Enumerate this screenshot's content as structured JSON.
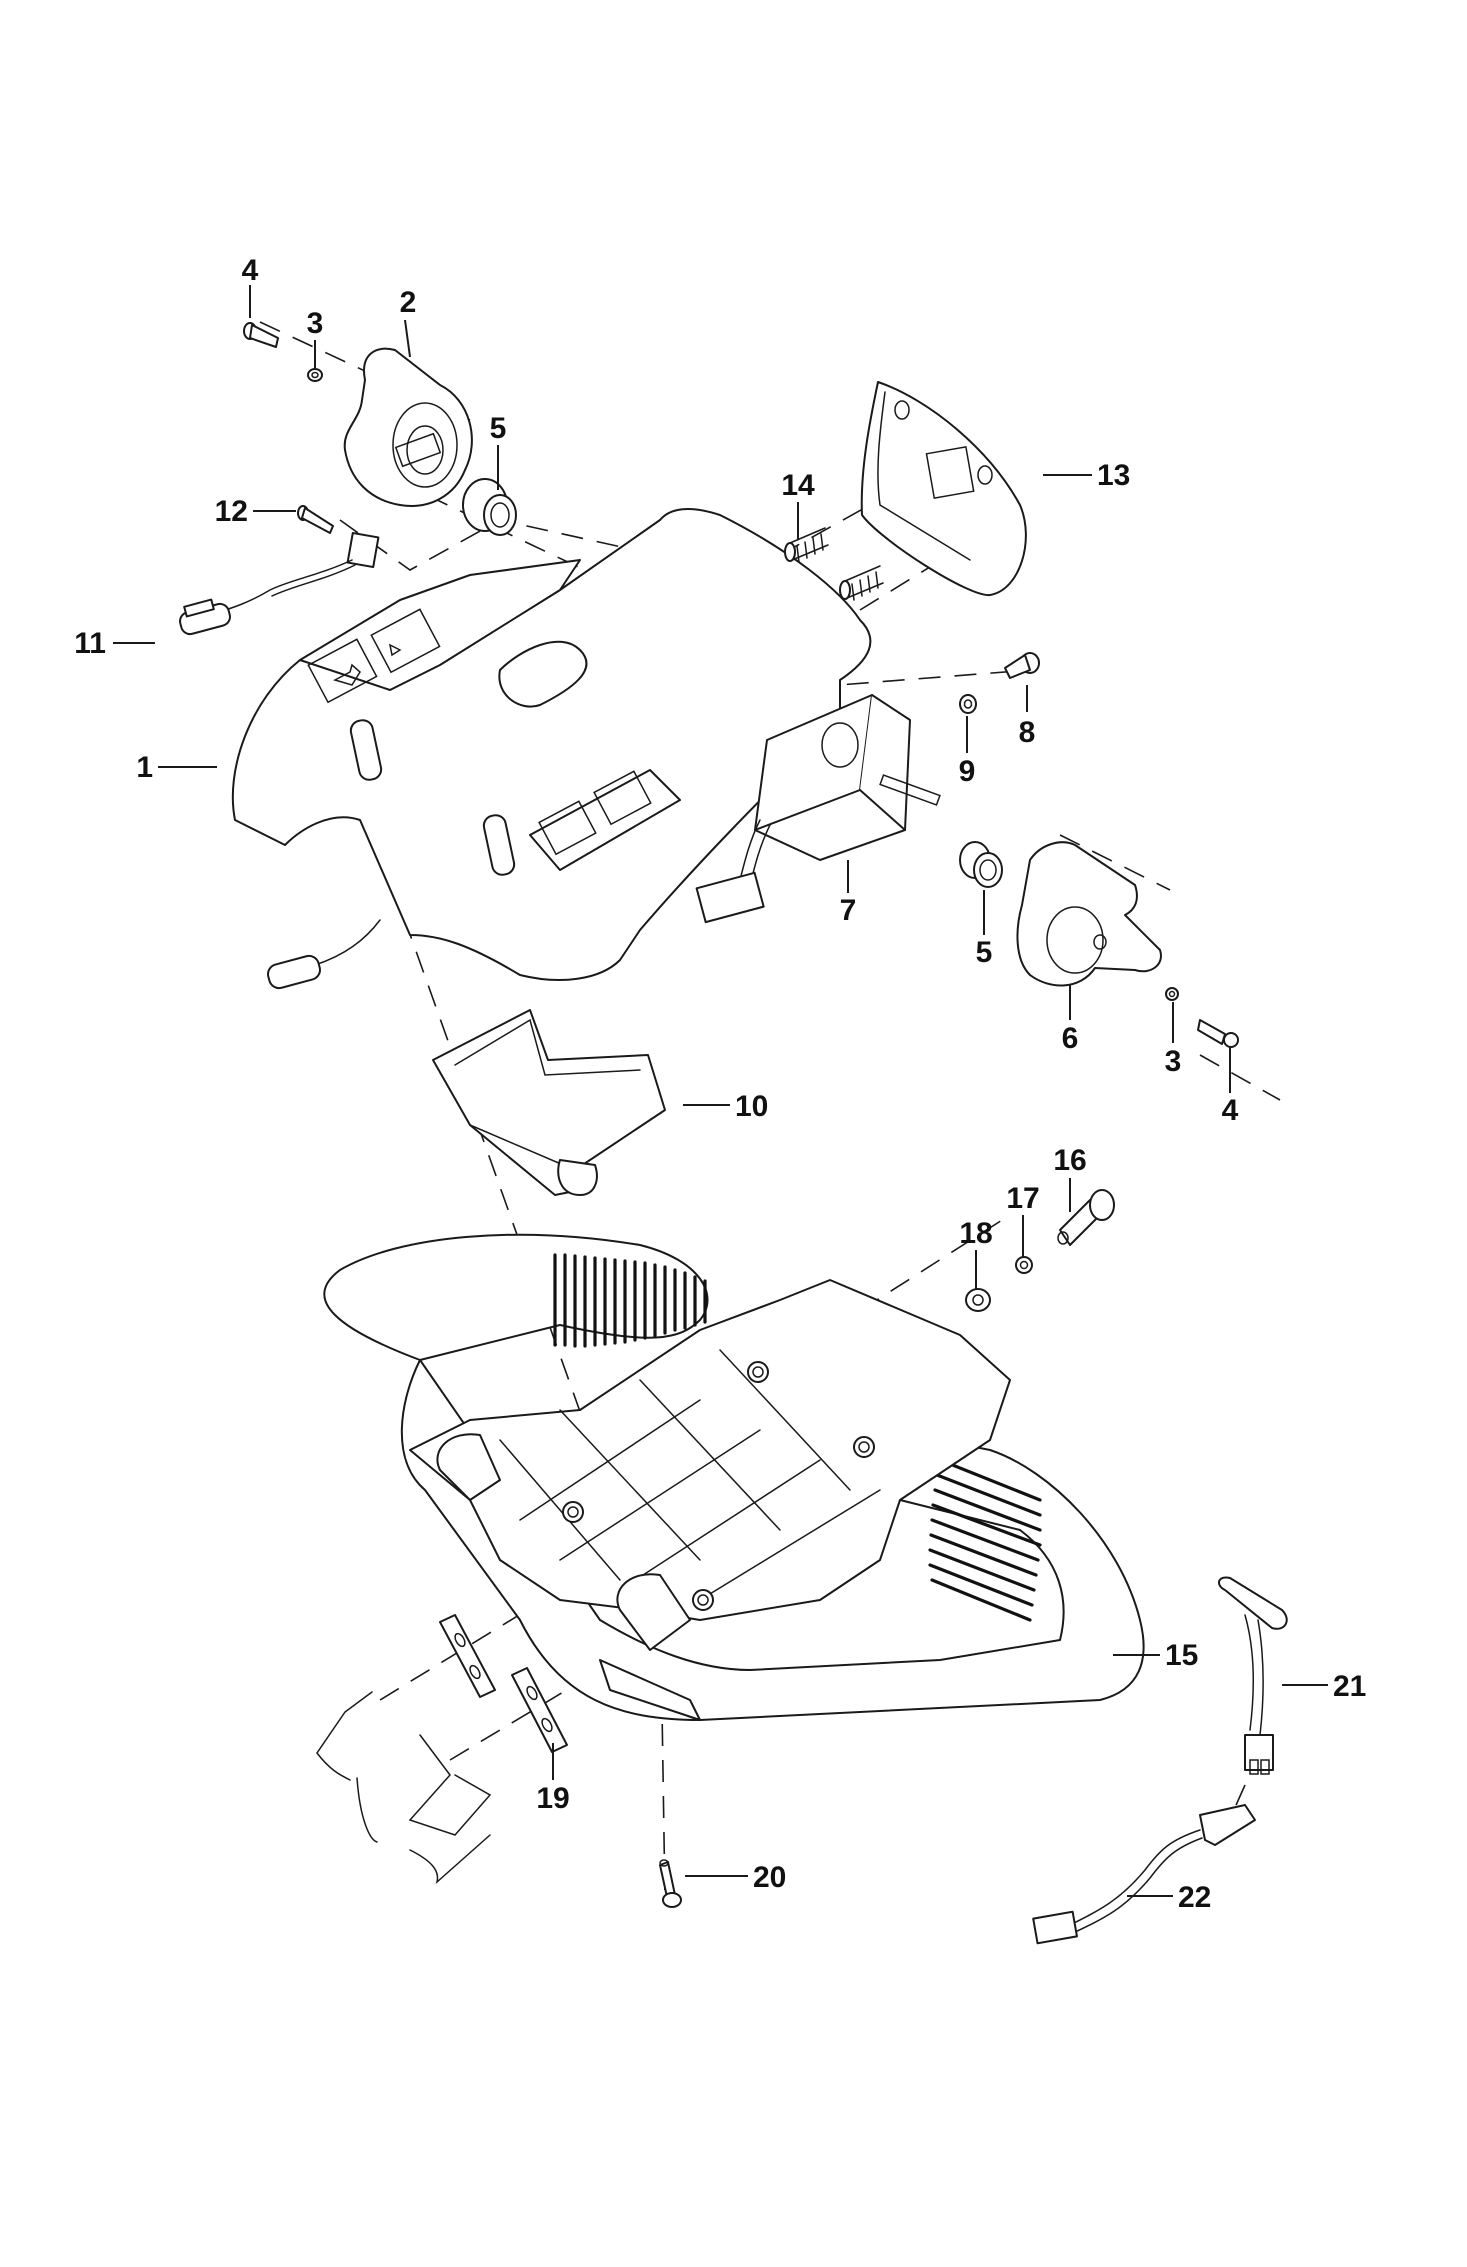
{
  "diagram": {
    "type": "exploded-parts-view",
    "background_color": "#ffffff",
    "line_color": "#1a1a1a",
    "callouts": [
      {
        "id": "c1",
        "number": "1",
        "part": "upper-cover"
      },
      {
        "id": "c2",
        "number": "2",
        "part": "left-knob"
      },
      {
        "id": "c3a",
        "number": "3",
        "part": "washer"
      },
      {
        "id": "c3b",
        "number": "3",
        "part": "washer"
      },
      {
        "id": "c4a",
        "number": "4",
        "part": "screw"
      },
      {
        "id": "c4b",
        "number": "4",
        "part": "screw"
      },
      {
        "id": "c5a",
        "number": "5",
        "part": "bushing"
      },
      {
        "id": "c5b",
        "number": "5",
        "part": "bushing"
      },
      {
        "id": "c6",
        "number": "6",
        "part": "right-knob"
      },
      {
        "id": "c7",
        "number": "7",
        "part": "potentiometer-bracket"
      },
      {
        "id": "c8",
        "number": "8",
        "part": "cap-screw"
      },
      {
        "id": "c9",
        "number": "9",
        "part": "washer"
      },
      {
        "id": "c10",
        "number": "10",
        "part": "tray"
      },
      {
        "id": "c11",
        "number": "11",
        "part": "micro-switch-harness"
      },
      {
        "id": "c12",
        "number": "12",
        "part": "screw"
      },
      {
        "id": "c13",
        "number": "13",
        "part": "trigger-cover"
      },
      {
        "id": "c14",
        "number": "14",
        "part": "spring"
      },
      {
        "id": "c15",
        "number": "15",
        "part": "handle-frame"
      },
      {
        "id": "c16",
        "number": "16",
        "part": "cap-screw"
      },
      {
        "id": "c17",
        "number": "17",
        "part": "lock-washer"
      },
      {
        "id": "c18",
        "number": "18",
        "part": "flat-washer"
      },
      {
        "id": "c19",
        "number": "19",
        "part": "plate"
      },
      {
        "id": "c20",
        "number": "20",
        "part": "screw"
      },
      {
        "id": "c21",
        "number": "21",
        "part": "sensor-pad-cable"
      },
      {
        "id": "c22",
        "number": "22",
        "part": "extension-cable"
      }
    ]
  }
}
